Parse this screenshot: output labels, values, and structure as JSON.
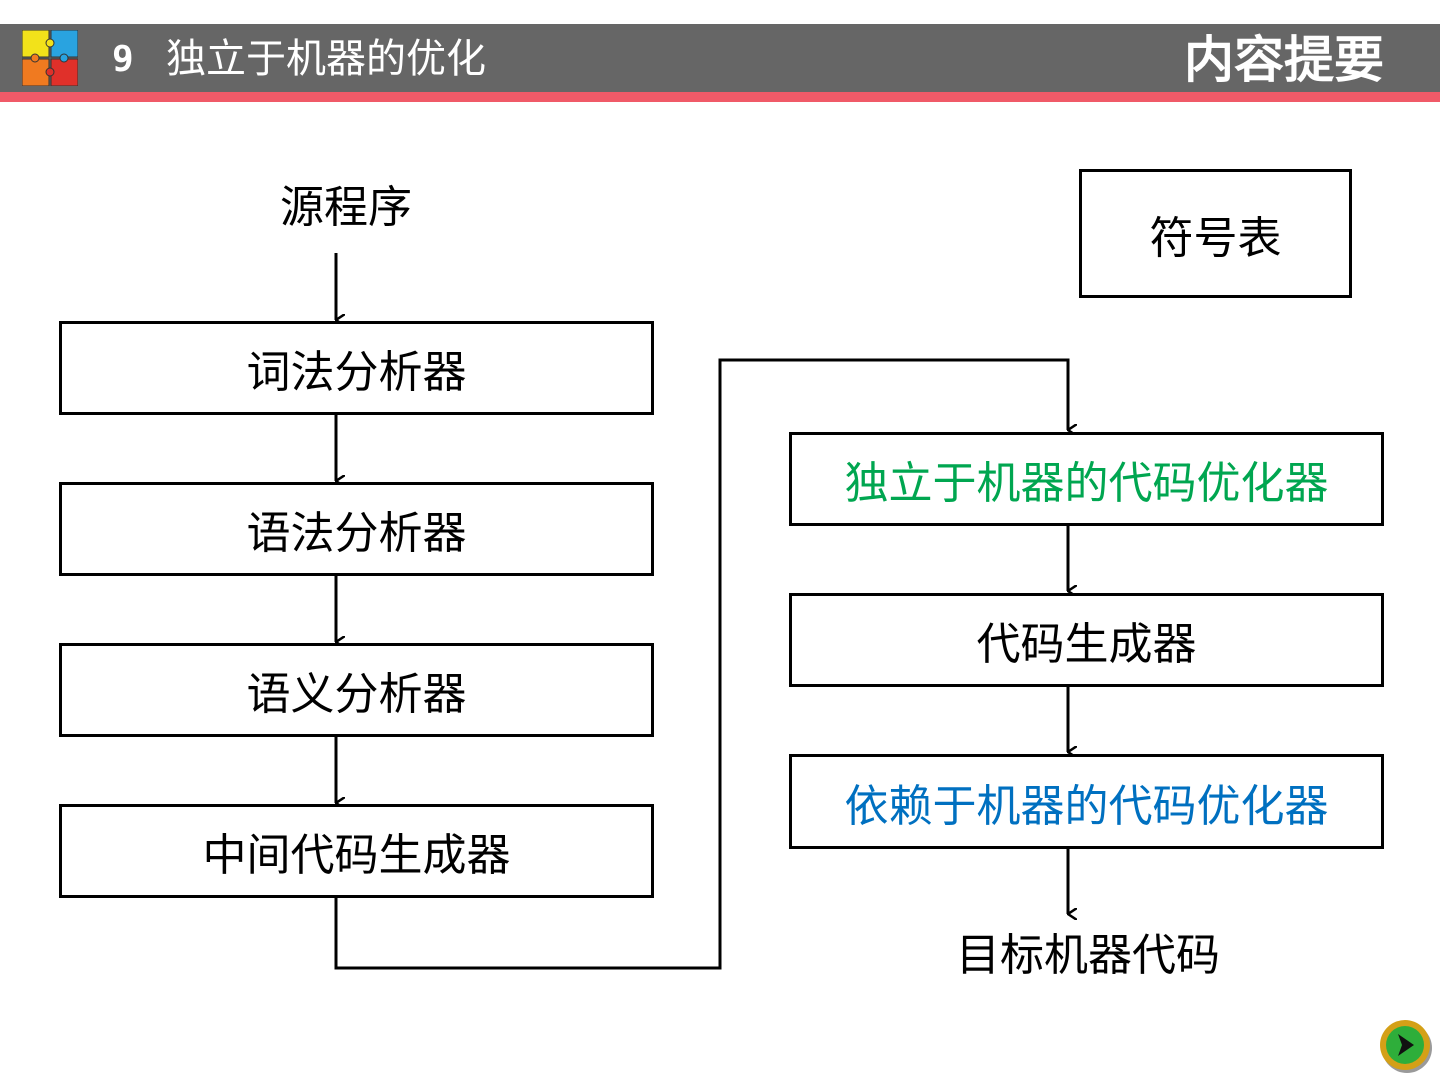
{
  "header": {
    "chapter_number": "9",
    "chapter_title": "独立于机器的优化",
    "section_title": "内容提要"
  },
  "diagram": {
    "source_label": "源程序",
    "symbol_table": "符号表",
    "lexical_analyzer": "词法分析器",
    "syntax_analyzer": "语法分析器",
    "semantic_analyzer": "语义分析器",
    "intermediate_code_generator": "中间代码生成器",
    "machine_independent_optimizer": "独立于机器的代码优化器",
    "code_generator": "代码生成器",
    "machine_dependent_optimizer": "依赖于机器的代码优化器",
    "target_label": "目标机器代码",
    "colors": {
      "machine_independent_optimizer": "#00a650",
      "machine_dependent_optimizer": "#0070c0"
    }
  },
  "navigation": {
    "next_icon": "next-arrow-icon"
  }
}
